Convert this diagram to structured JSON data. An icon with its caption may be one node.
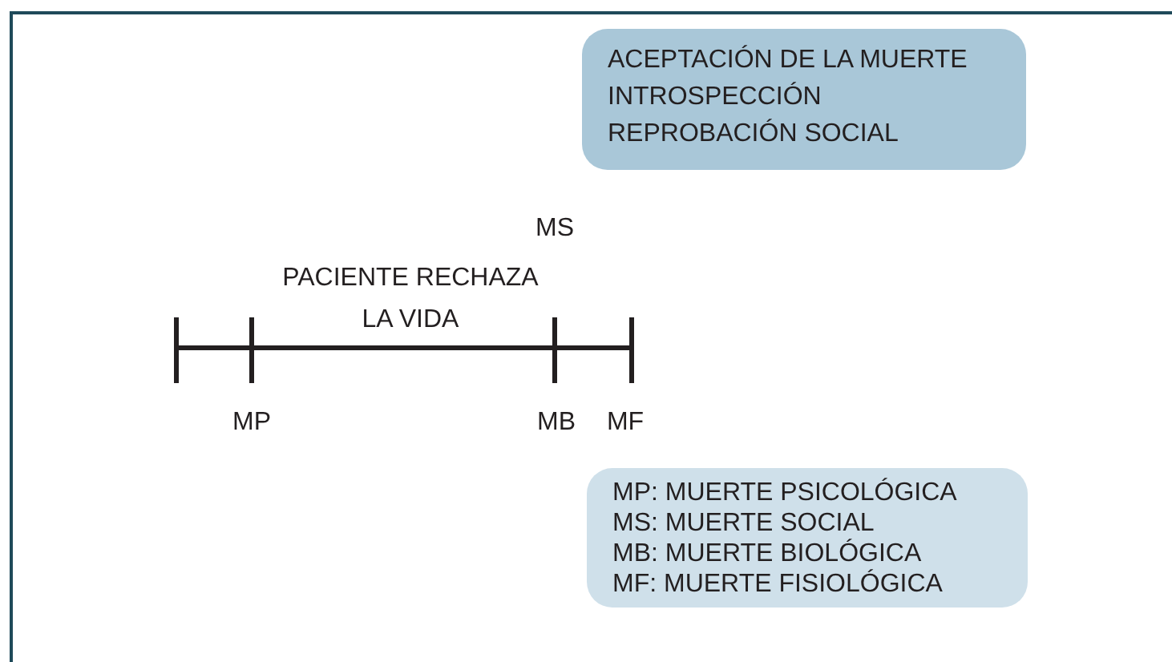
{
  "diagram": {
    "nodes": [
      {
        "text": [
          "ACEPTACIÓN DE LA MUERTE",
          "INTROSPECCIÓN",
          "REPROBACIÓN SOCIAL"
        ]
      },
      {
        "text": [
          "MP: MUERTE PSICOLÓGICA",
          "MS: MUERTE SOCIAL",
          "MB: MUERTE BIOLÓGICA",
          "MF: MUERTE FISIOLÓGICA"
        ]
      }
    ],
    "edges": [],
    "labels": [
      "MS",
      "PACIENTE RECHAZA LA VIDA",
      "MP",
      "MB",
      "MF"
    ]
  }
}
